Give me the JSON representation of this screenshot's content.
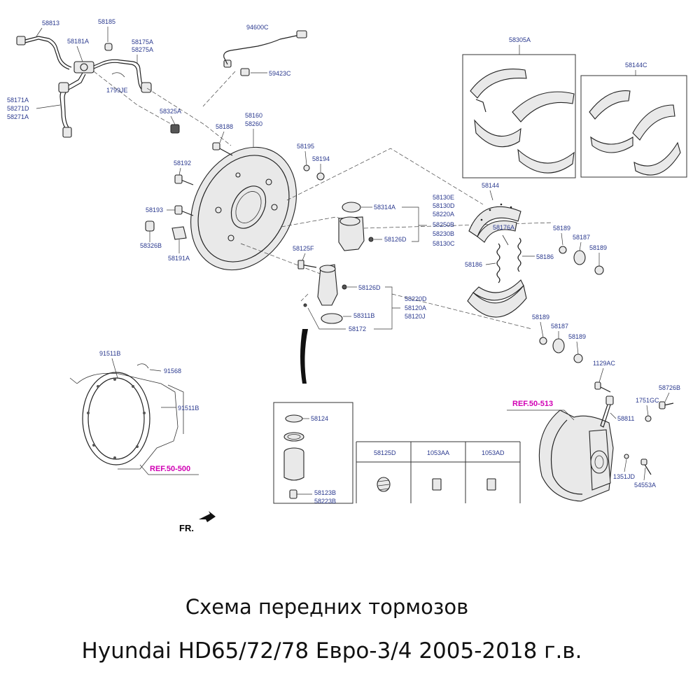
{
  "parts": {
    "p58813": "58813",
    "p58185": "58185",
    "p58181A": "58181A",
    "p58175A": "58175A",
    "p58275A": "58275A",
    "p1799JE": "1799JE",
    "p58171A": "58171A",
    "p58271D": "58271D",
    "p58271A": "58271A",
    "p94600C": "94600C",
    "p59423C": "59423C",
    "p58305A": "58305A",
    "p58144C": "58144C",
    "p58325A": "58325A",
    "p58160": "58160",
    "p58260": "58260",
    "p58188": "58188",
    "p58195": "58195",
    "p58194": "58194",
    "p58192": "58192",
    "p58193": "58193",
    "p58326B": "58326B",
    "p58191A": "58191A",
    "p58314A": "58314A",
    "p58126D": "58126D",
    "p58130E": "58130E",
    "p58130D": "58130D",
    "p58220A": "58220A",
    "p58250B": "58250B",
    "p58230B": "58230B",
    "p58130C": "58130C",
    "p58144": "58144",
    "p58176A": "58176A",
    "p58189": "58189",
    "p58187": "58187",
    "p58186": "58186",
    "p58125F": "58125F",
    "p58220D": "58220D",
    "p58120A": "58120A",
    "p58120J": "58120J",
    "p58311B": "58311B",
    "p58172": "58172",
    "p91511B": "91511B",
    "p91568": "91568",
    "p58124": "58124",
    "p58123B": "58123B",
    "p58223B": "58223B",
    "p58125D": "58125D",
    "p1053AA": "1053AA",
    "p1053AD": "1053AD",
    "p1129AC": "1129AC",
    "p58726B": "58726B",
    "p1751GC": "1751GC",
    "p58811": "58811",
    "p1351JD": "1351JD",
    "p54553A": "54553A"
  },
  "refs": {
    "ref_50_513": "REF.50-513",
    "ref_50_500": "REF.50-500",
    "front": "FR."
  },
  "caption": {
    "line1": "Схема передних тормозов",
    "line2": "Hyundai HD65/72/78 Евро-3/4 2005-2018 г.в."
  }
}
